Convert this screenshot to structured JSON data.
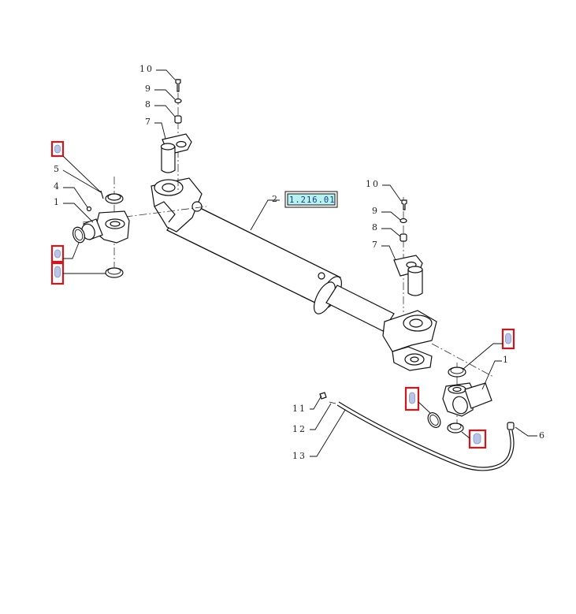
{
  "diagram": {
    "reference_code": "1.216.01",
    "callouts": [
      "10",
      "9",
      "8",
      "7",
      "5",
      "4",
      "1",
      "2",
      "10",
      "9",
      "8",
      "7",
      "1",
      "11",
      "12",
      "13",
      "6"
    ]
  }
}
